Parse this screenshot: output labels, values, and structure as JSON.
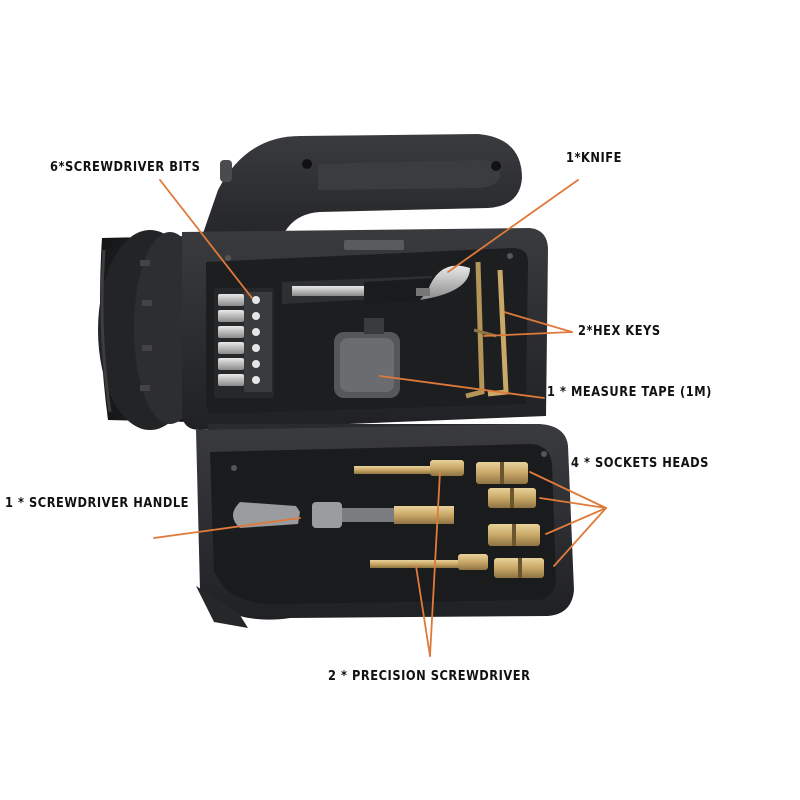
{
  "labels": {
    "screwdriver_bits": "6*SCREWDRIVER BITS",
    "knife": "1*KNIFE",
    "hex_keys": "2*HEX KEYS",
    "measure_tape": "1 * MEASURE TAPE (1M)",
    "socket_heads": "4 * SOCKETS HEADS",
    "screwdriver_handle": "1 * SCREWDRIVER HANDLE",
    "precision_screwdriver": "2 * PRECISION SCREWDRIVER"
  },
  "colors": {
    "case_body": "#2b2c2e",
    "case_tray": "#1c1d1f",
    "leader_line": "#e07a3a",
    "brass": "#c9a868",
    "label_text": "#111111"
  }
}
